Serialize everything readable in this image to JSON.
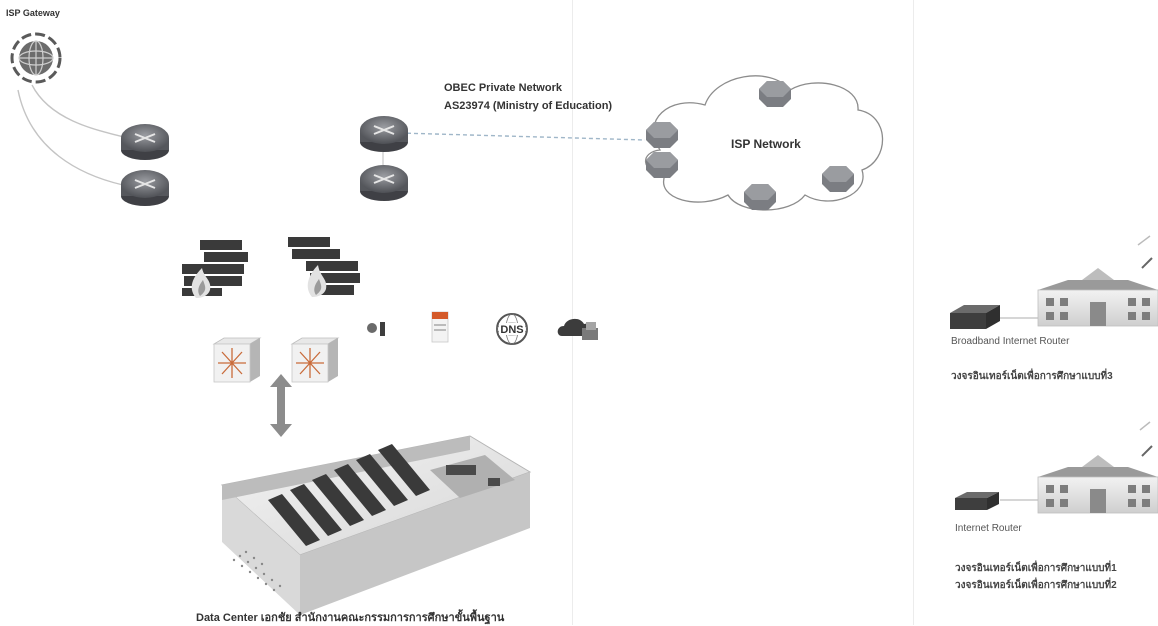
{
  "labels": {
    "isp_gateway": "ISP Gateway",
    "obec_line1": "OBEC Private Network",
    "obec_line2": "AS23974 (Ministry of Education)",
    "isp_network": "ISP Network",
    "dns": "DNS",
    "data_center": "Data Center เอกชัย สำนักงานคณะกรรมการการศึกษาขั้นพื้นฐาน",
    "broadband_router": "Broadband Internet Router",
    "circuit_3": "วงจรอินเทอร์เน็ตเพื่อการศึกษาแบบที่3",
    "internet_router": "Internet Router",
    "circuit_1": "วงจรอินเทอร์เน็ตเพื่อการศึกษาแบบที่1",
    "circuit_2": "วงจรอินเทอร์เน็ตเพื่อการศึกษาแบบที่2"
  },
  "colors": {
    "router_body": "#6d6f74",
    "router_top": "#8a8c91",
    "firewall_brick": "#3a3a3a",
    "firewall_flame": "#d9d9d9",
    "arrow": "#8c8c8c",
    "line": "#bdbdbd",
    "cloud_stroke": "#8c8c8c"
  },
  "icons": {
    "gateway": "globe-gateway-icon",
    "router": "router-icon",
    "firewall": "firewall-icon",
    "switch": "switch-icon",
    "server": "server-icon",
    "dns": "dns-globe-icon",
    "cloud_service": "cloud-service-icon",
    "building": "school-building-icon",
    "broadband_router": "broadband-router-icon"
  }
}
